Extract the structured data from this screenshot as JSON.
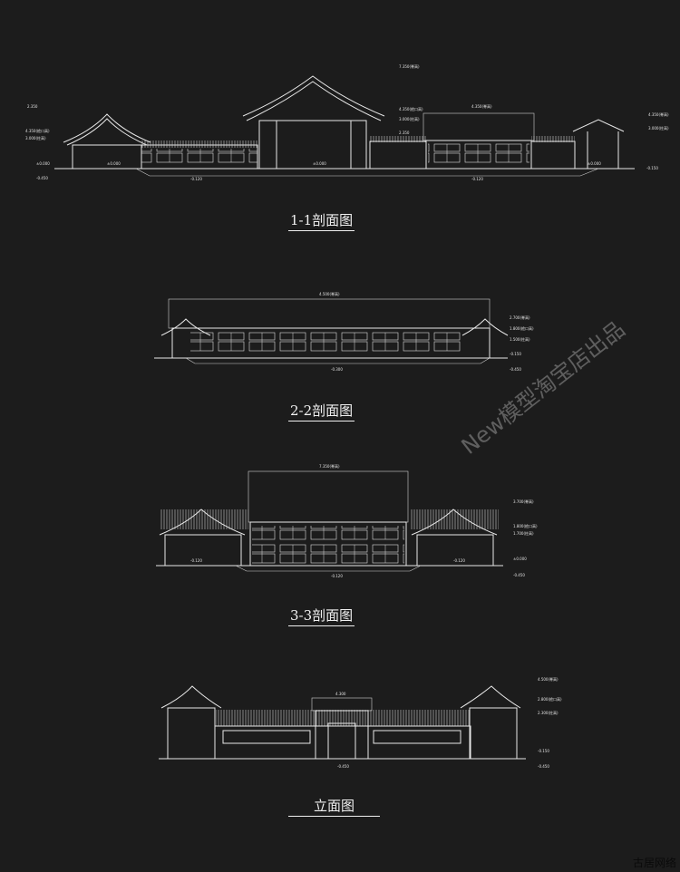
{
  "sections": [
    {
      "title": "1-1剖面图",
      "labels": [
        "7.350(脊高)",
        "4.350(檐口高)",
        "3.000(柱高)",
        "2.350",
        "4.350(脊高)",
        "3.000(柱高)",
        "4.350(脊高)",
        "3.000(柱高)",
        "±0.000",
        "±0.000",
        "±0.000",
        "-0.150",
        "-0.120",
        "-0.120",
        "-0.450",
        "±0.000"
      ]
    },
    {
      "title": "2-2剖面图",
      "labels": [
        "4.500(脊高)",
        "2.700(脊高)",
        "1.800(檐口高)",
        "1.500(柱高)",
        "-0.150",
        "-0.450",
        "-0.300"
      ]
    },
    {
      "title": "3-3剖面图",
      "labels": [
        "7.350(脊高)",
        "3.700(脊高)",
        "1.800(檐口高)",
        "1.700(柱高)",
        "±0.000",
        "-0.450",
        "-0.120",
        "-0.120",
        "-0.120"
      ]
    },
    {
      "title": "立面图",
      "labels": [
        "4.500(脊高)",
        "4.300",
        "2.800(檐口高)",
        "2.300(柱高)",
        "-0.150",
        "-0.450",
        "-0.450"
      ]
    }
  ],
  "watermark": "New模型淘宝店出品",
  "credit": "古居网络",
  "colors": {
    "background": "#1c1c1c",
    "line": "#e8e8e8"
  }
}
